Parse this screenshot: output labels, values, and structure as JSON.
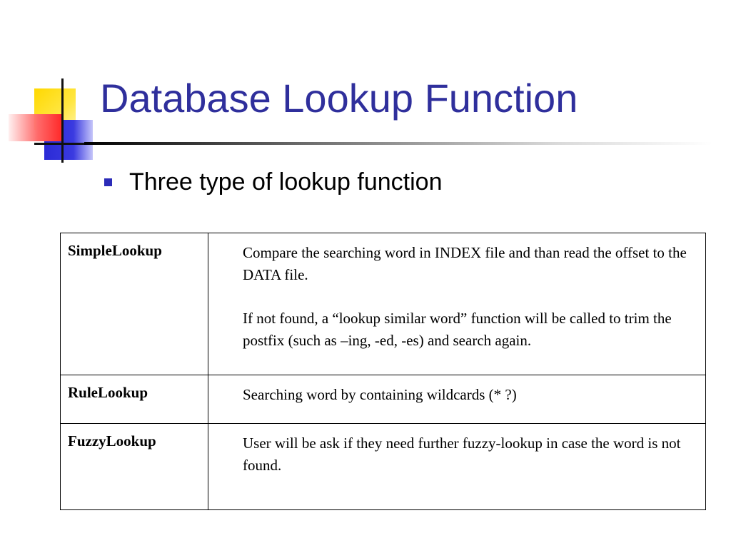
{
  "slide": {
    "title": "Database Lookup Function",
    "bullet": "Three type of lookup function",
    "colors": {
      "title": "#2f2f9c",
      "bullet_marker": "#2b2bb8",
      "accent_yellow": "#ffd800",
      "accent_blue": "#2b2bd6",
      "accent_red": "#ff2a2a"
    },
    "icons": {
      "bullet": "square-bullet-icon",
      "logo": "corner-squares-logo"
    }
  },
  "table": {
    "rows": [
      {
        "name": "SimpleLookup",
        "paragraphs": [
          "Compare the searching word in INDEX file and than read the offset to the DATA file.",
          "If not found, a “lookup similar word” function will be called to trim the postfix (such as –ing, -ed, -es) and search again."
        ]
      },
      {
        "name": "RuleLookup",
        "paragraphs": [
          "Searching word by containing wildcards (* ?)"
        ]
      },
      {
        "name": "FuzzyLookup",
        "paragraphs": [
          "User will be ask if they need further fuzzy-lookup in case the word is not found."
        ]
      }
    ]
  }
}
